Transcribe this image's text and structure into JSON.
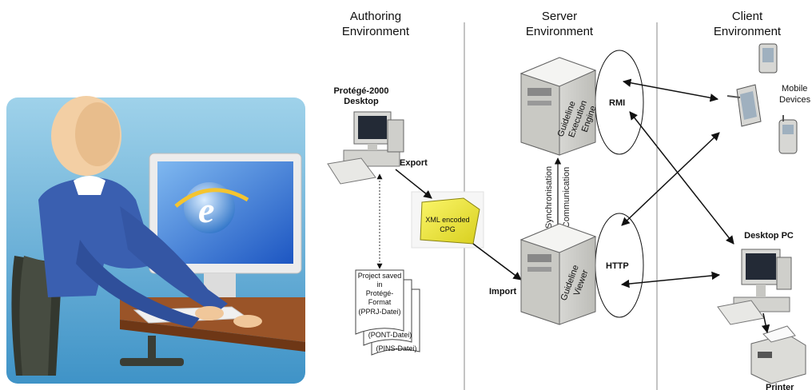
{
  "headers": {
    "authoring": [
      "Authoring",
      "Environment"
    ],
    "server": [
      "Server",
      "Environment"
    ],
    "client": [
      "Client",
      "Environment"
    ]
  },
  "authoring": {
    "desktop_label": [
      "Protégé-2000",
      "Desktop"
    ],
    "export_label": "Export",
    "file_label": [
      "XML encoded",
      "CPG"
    ],
    "project_doc": [
      "Project saved",
      "in",
      "Protégé-",
      "Format",
      "(PPRJ-Datei)"
    ],
    "pont_doc": "(PONT-Datei)",
    "pins_doc": "(PINS-Datei)"
  },
  "server": {
    "engine_label": [
      "Guideline",
      "Execution",
      "Engine"
    ],
    "viewer_label": [
      "Guideline",
      "Viewer"
    ],
    "rmi_label": "RMI",
    "http_label": "HTTP",
    "import_label": "Import",
    "sync_label": [
      "Synchronisation",
      "Communication"
    ]
  },
  "client": {
    "mobile_label": [
      "Mobile",
      "Devices"
    ],
    "desktop_pc_label": "Desktop PC",
    "printer_label": "Printer"
  },
  "colors": {
    "server_grey": "#d9d9d6",
    "folder_yellow": "#f2ec3a",
    "suit_blue": "#3b5aa3",
    "screen_blue": "#2e6fd1",
    "desk_wood": "#8a4a22"
  }
}
